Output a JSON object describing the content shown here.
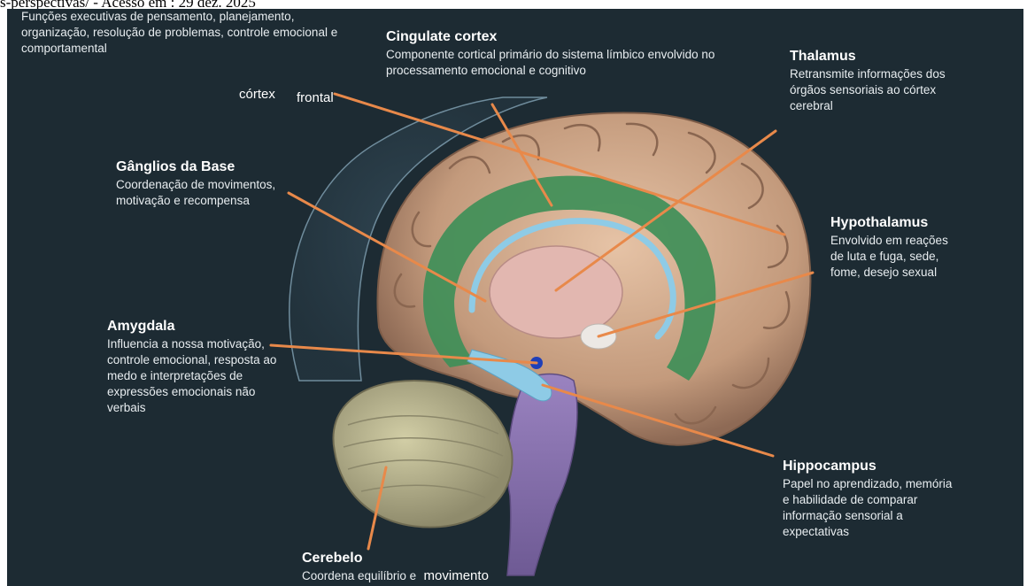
{
  "header_line": "s-perspectivas/ - Acesso em : 29 dez. 2025",
  "labels": {
    "executive": {
      "desc": "Funções executivas de pensamento, planejamento, organização, resolução de problemas, controle emocional e comportamental"
    },
    "frontal_cortex": {
      "text_1": "córtex",
      "text_2": "frontal"
    },
    "cingulate": {
      "title": "Cingulate cortex",
      "desc": "Componente cortical primário do sistema límbico envolvido no processamento emocional e cognitivo"
    },
    "thalamus": {
      "title": "Thalamus",
      "desc": "Retransmite informações dos órgãos sensoriais ao córtex cerebral"
    },
    "basal_ganglia": {
      "title": "Gânglios da Base",
      "desc": "Coordenação de movimentos, motivação e recompensa"
    },
    "hypothalamus": {
      "title": "Hypothalamus",
      "desc": "Envolvido em reações de luta e fuga, sede, fome, desejo sexual"
    },
    "amygdala": {
      "title": "Amygdala",
      "desc": "Influencia a nossa motivação, controle emocional, resposta ao medo e interpretações de expressões emocionais não verbais"
    },
    "hippocampus": {
      "title": "Hippocampus",
      "desc": "Papel no aprendizado, memória e habilidade de comparar informação sensorial a expectativas"
    },
    "cerebellum": {
      "title": "Cerebelo",
      "desc": "Coordena equilíbrio e",
      "desc_2": "movimento"
    }
  },
  "colors": {
    "background": "#1d2b33",
    "pointer": "#e8894a",
    "cortex": "#caa58a",
    "limbic": "#3f8f58",
    "thalamus": "#e2b7b0",
    "brainstem": "#8e79b3",
    "cerebellum": "#b8b48c",
    "hippocampus": "#8ecbe6"
  }
}
